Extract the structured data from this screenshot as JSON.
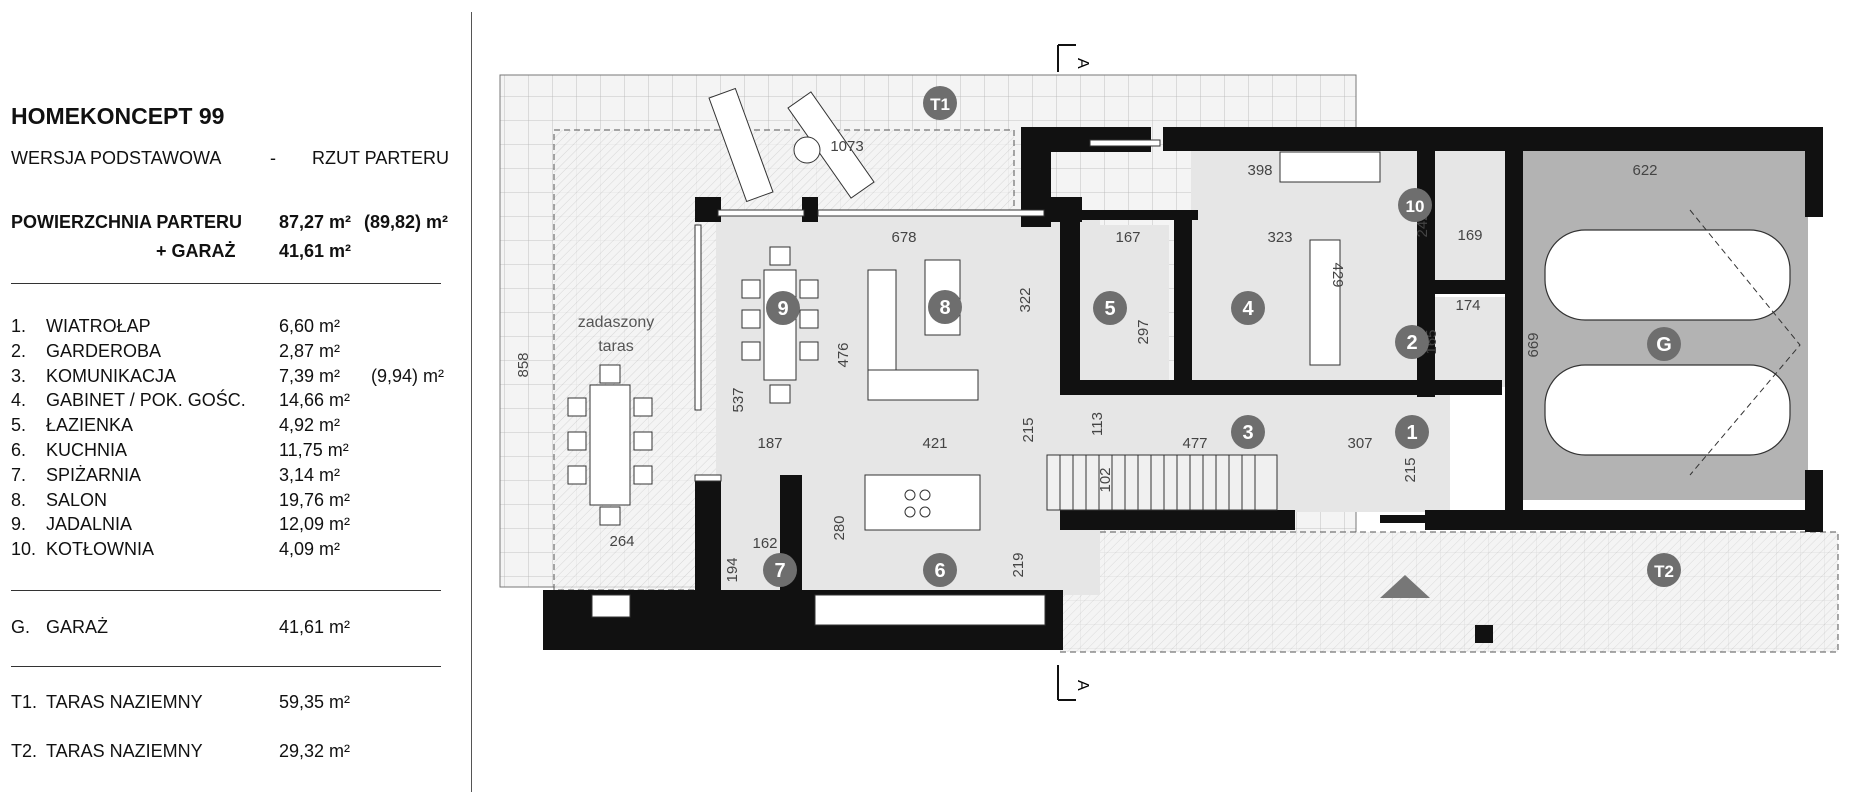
{
  "project": {
    "title": "HOMEKONCEPT 99",
    "version": "WERSJA  PODSTAWOWA",
    "dash": "-",
    "view": "RZUT PARTERU"
  },
  "area": {
    "label": "POWIERZCHNIA PARTERU",
    "value": "87,27 m²",
    "value_alt": "(89,82) m²",
    "garage_label": "+ GARAŻ",
    "garage_value": "41,61 m²"
  },
  "rooms": [
    {
      "num": "1.",
      "name": "WIATROŁAP",
      "area": "6,60 m²",
      "extra": ""
    },
    {
      "num": "2.",
      "name": "GARDEROBA",
      "area": "2,87 m²",
      "extra": ""
    },
    {
      "num": "3.",
      "name": "KOMUNIKACJA",
      "area": "7,39 m²",
      "extra": "(9,94) m²"
    },
    {
      "num": "4.",
      "name": "GABINET / POK. GOŚC.",
      "area": "14,66 m²",
      "extra": ""
    },
    {
      "num": "5.",
      "name": "ŁAZIENKA",
      "area": "4,92 m²",
      "extra": ""
    },
    {
      "num": "6.",
      "name": "KUCHNIA",
      "area": "11,75 m²",
      "extra": ""
    },
    {
      "num": "7.",
      "name": "SPIŻARNIA",
      "area": "3,14 m²",
      "extra": ""
    },
    {
      "num": "8.",
      "name": "SALON",
      "area": "19,76 m²",
      "extra": ""
    },
    {
      "num": "9.",
      "name": "JADALNIA",
      "area": "12,09 m²",
      "extra": ""
    },
    {
      "num": "10.",
      "name": "KOTŁOWNIA",
      "area": "4,09 m²",
      "extra": ""
    }
  ],
  "garage": {
    "num": "G.",
    "name": "GARAŻ",
    "area": "41,61 m²"
  },
  "terraces": [
    {
      "num": "T1.",
      "name": "TARAS NAZIEMNY",
      "area": "59,35 m²"
    },
    {
      "num": "T2.",
      "name": "TARAS NAZIEMNY",
      "area": "29,32 m²"
    }
  ],
  "plan": {
    "section_mark": "A",
    "terrace_note_1": "zadaszony",
    "terrace_note_2": "taras",
    "room_markers": [
      "1",
      "2",
      "3",
      "4",
      "5",
      "6",
      "7",
      "8",
      "9",
      "10",
      "G",
      "T1",
      "T2"
    ],
    "dimensions": [
      "1073",
      "398",
      "622",
      "678",
      "167",
      "323",
      "242",
      "169",
      "429",
      "174",
      "322",
      "165",
      "297",
      "537",
      "476",
      "669",
      "858",
      "187",
      "421",
      "215",
      "113",
      "477",
      "307",
      "215",
      "102",
      "280",
      "162",
      "194",
      "219",
      "264"
    ],
    "colors": {
      "wall": "#111111",
      "floor": "#e6e6e6",
      "garage_floor": "#b3b3b3",
      "terrace": "#f2f2f2",
      "marker": "#6e6e6e"
    }
  }
}
